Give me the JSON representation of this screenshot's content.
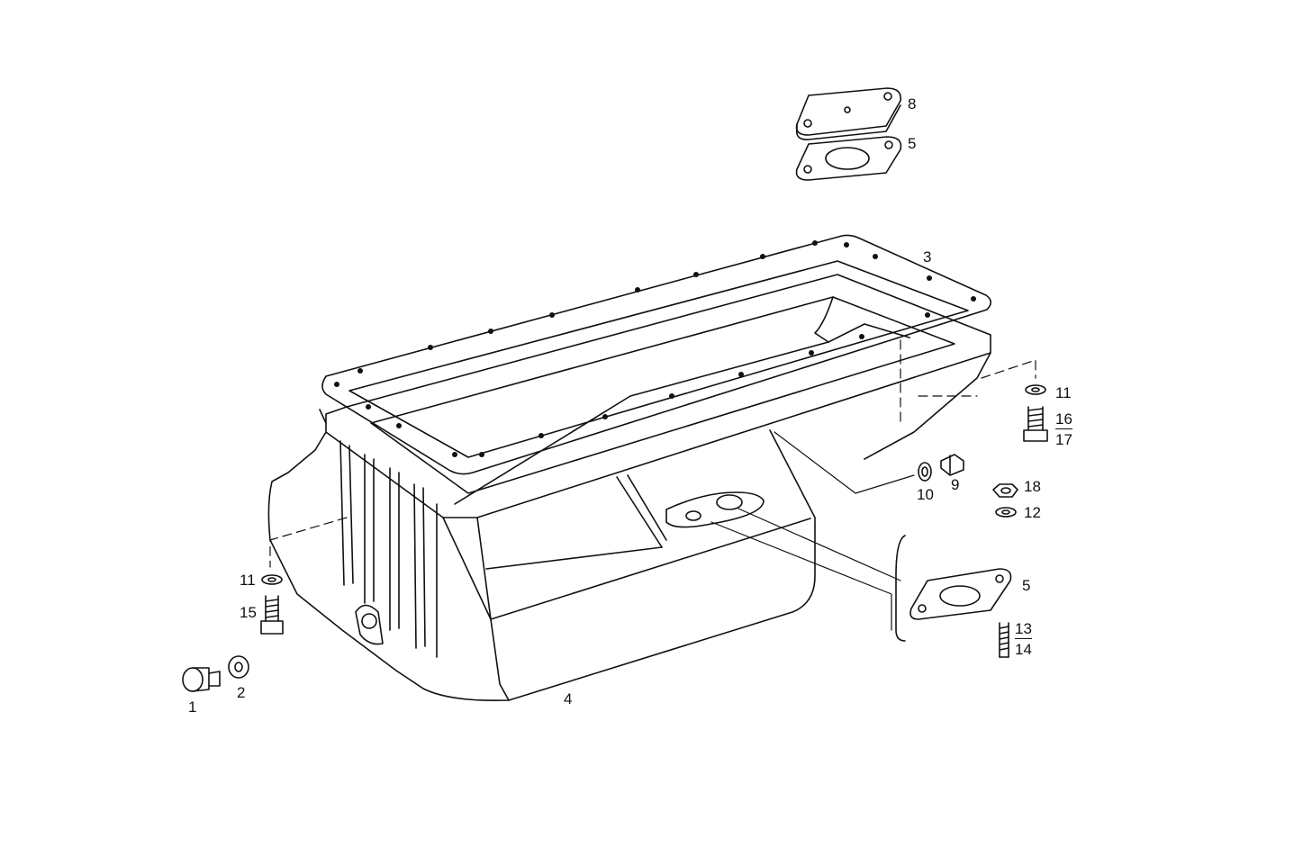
{
  "figure": {
    "stroke_color": "#111111",
    "background": "#ffffff"
  },
  "parts": {
    "p1": "1",
    "p2": "2",
    "p3": "3",
    "p4": "4",
    "p5a": "5",
    "p5b": "5",
    "p8": "8",
    "p9": "9",
    "p10": "10",
    "p11a": "11",
    "p11b": "11",
    "p12": "12",
    "p13": "13",
    "p14": "14",
    "p15": "15",
    "p16": "16",
    "p17": "17",
    "p18": "18"
  }
}
